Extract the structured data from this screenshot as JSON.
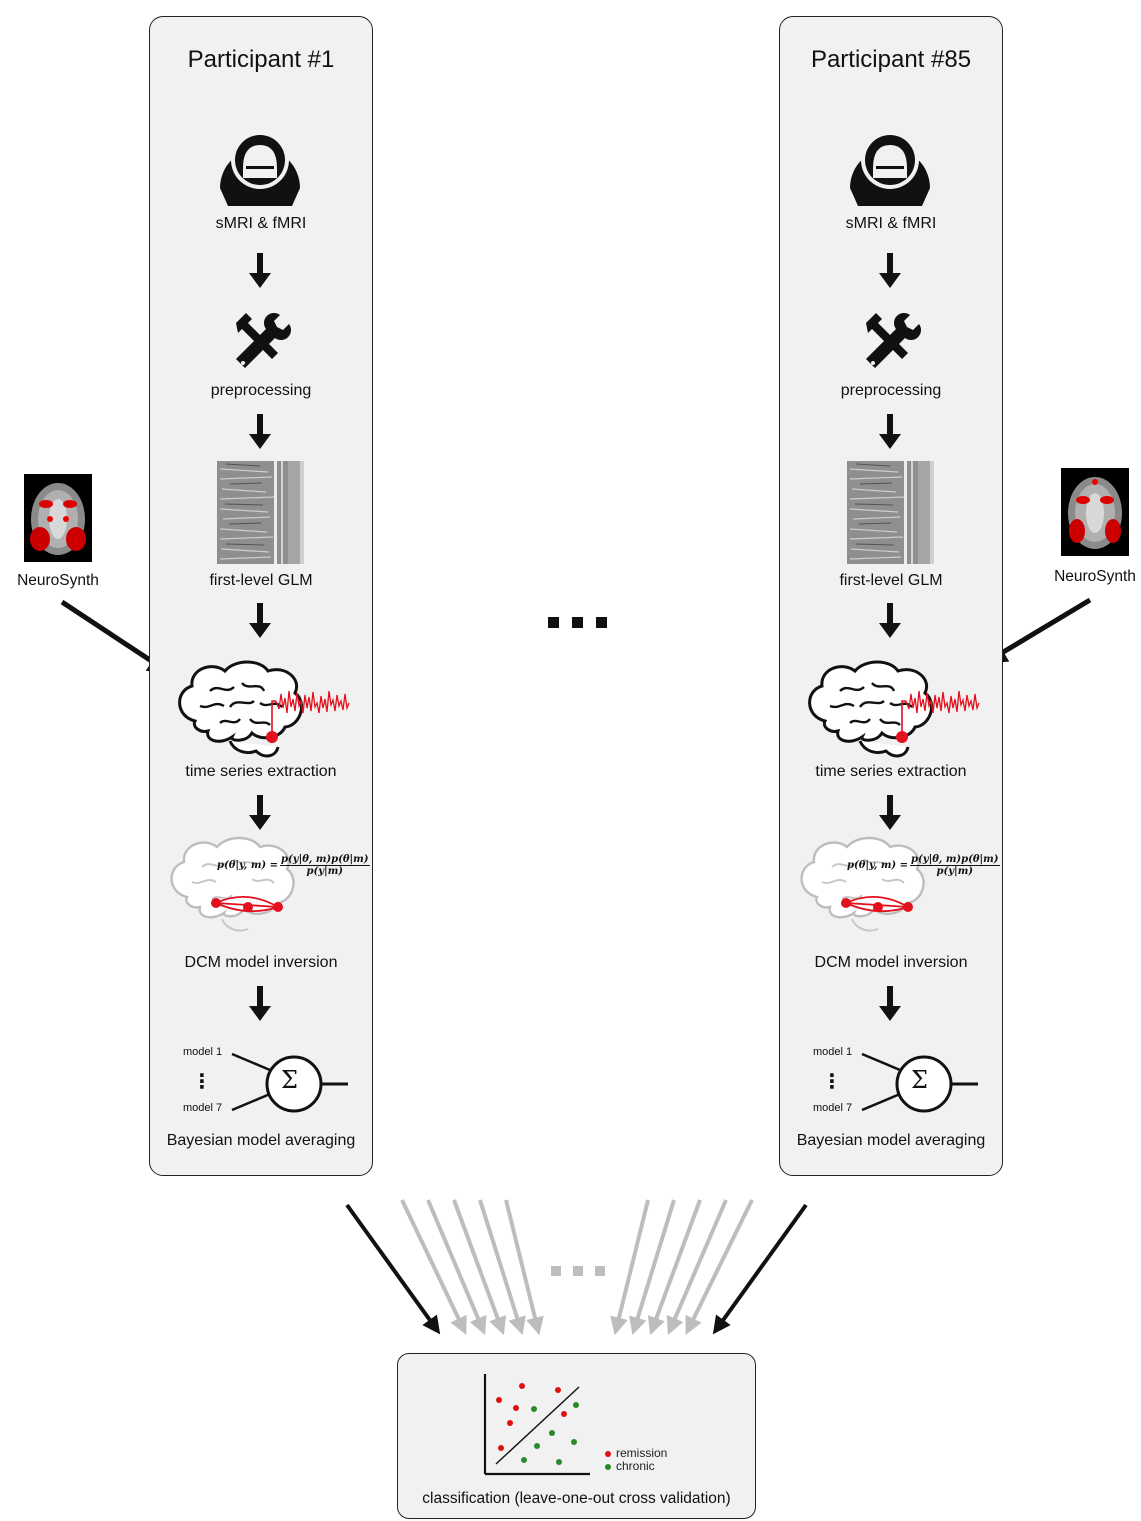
{
  "participants": [
    {
      "title": "Participant #1"
    },
    {
      "title": "Participant #85"
    }
  ],
  "steps": {
    "scan": "sMRI & fMRI",
    "preprocessing": "preprocessing",
    "glm": "first-level GLM",
    "timeseries": "time series extraction",
    "dcm": "DCM model inversion",
    "bma": "Bayesian model averaging"
  },
  "bma_labels": {
    "model_first": "model 1",
    "model_last": "model 7",
    "dots": "⋮",
    "sum": "Σ"
  },
  "dcm_formula": {
    "lhs": "p(θ|y, m) =",
    "numerator": "p(y|θ, m)p(θ|m)",
    "denominator": "p(y|m)"
  },
  "neurosynth_label": "NeuroSynth",
  "ellipsis": "...",
  "classification": {
    "title": "classification (leave-one-out cross validation)",
    "legend": [
      {
        "label": "remission",
        "color": "#e01010"
      },
      {
        "label": "chronic",
        "color": "#2a8a2a"
      }
    ]
  },
  "colors": {
    "panel": "#f1f1f1",
    "timeseries": "#e3101e",
    "gray_arrow": "#bdbdbd"
  }
}
